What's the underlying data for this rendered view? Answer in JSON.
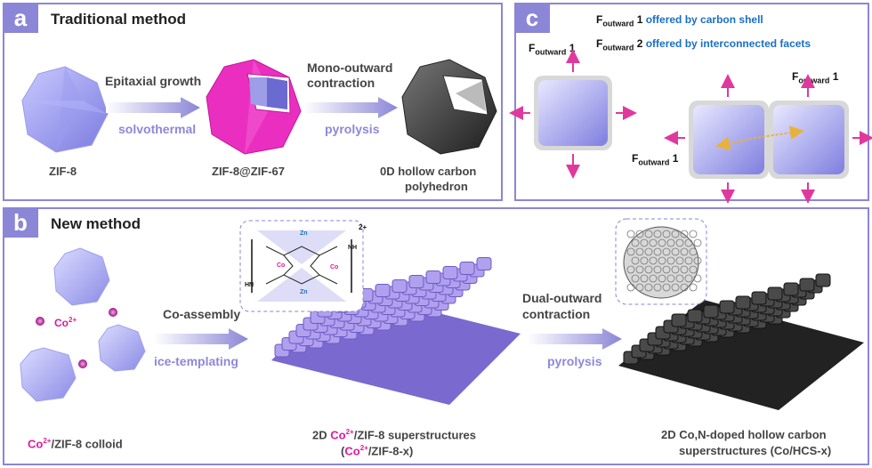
{
  "panel_a": {
    "tag": "a",
    "title": "Traditional method",
    "step1_top": "Epitaxial growth",
    "step1_bottom": "solvothermal",
    "step2_top_line1": "Mono-outward",
    "step2_top_line2": "contraction",
    "step2_bottom": "pyrolysis",
    "label_zif8": "ZIF-8",
    "label_core_shell": "ZIF-8@ZIF-67",
    "label_hollow_line1": "0D hollow carbon",
    "label_hollow_line2": "polyhedron"
  },
  "panel_c": {
    "tag": "c",
    "legend1_text": "offered by carbon shell",
    "legend2_text": "offered by interconnected facets",
    "force_main": "F",
    "force_sub": "outward",
    "num1": "1",
    "num2": "2"
  },
  "panel_b": {
    "tag": "b",
    "title": "New method",
    "ion_label": "Co",
    "ion_charge": "2+",
    "step1_top": "Co-assembly",
    "step1_bottom": "ice-templating",
    "step2_top_line1": "Dual-outward",
    "step2_top_line2": "contraction",
    "step2_bottom": "pyrolysis",
    "colloid_suffix": "/ZIF-8 colloid",
    "super_prefix": "2D ",
    "super_suffix": "/ZIF-8 superstructures",
    "super_paren_open": "(",
    "super_paren_suffix": "/ZIF-8-x)",
    "carbon_line1": "2D Co,N-doped hollow carbon",
    "carbon_line2": "superstructures (Co/HCS-x)",
    "inset_charge": "2+",
    "inset_zn": "Zn",
    "inset_co": "Co",
    "inset_nh": "NH",
    "inset_hn": "HN"
  },
  "colors": {
    "frame": "#8b86d6",
    "accent_purple": "#8d88d8",
    "magenta": "#e0199d",
    "blue_text": "#1a6fc4",
    "arrow_pink": "#e0399d"
  }
}
